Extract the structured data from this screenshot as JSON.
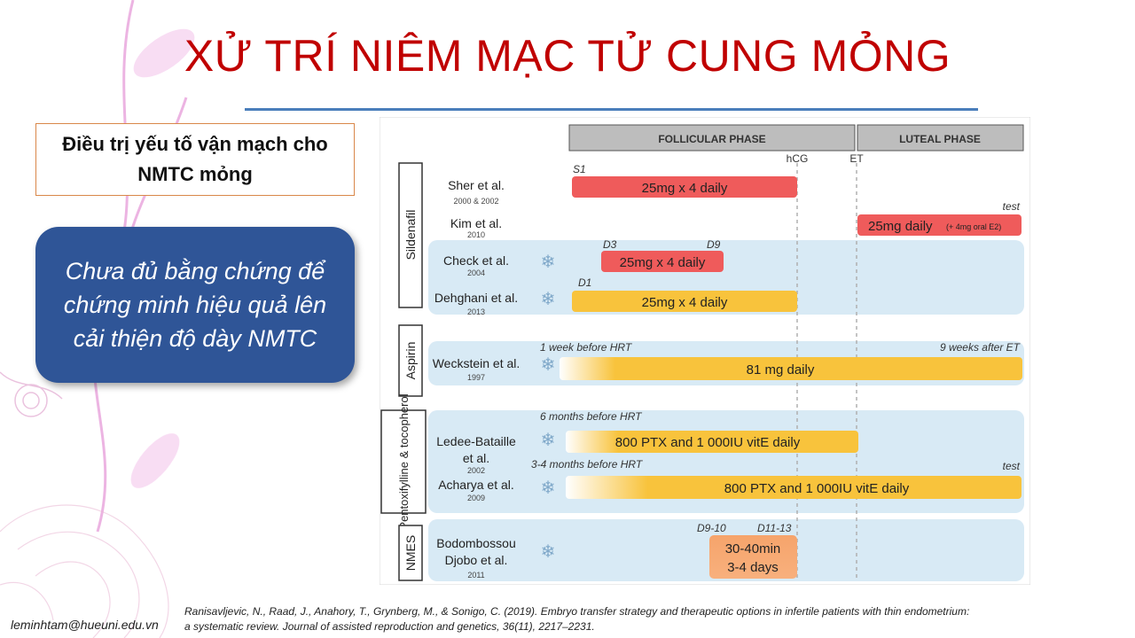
{
  "title": "XỬ TRÍ NIÊM MẠC TỬ CUNG MỎNG",
  "label_box": "Điều trị yếu tố vận mạch cho NMTC mỏng",
  "note_box": "Chưa đủ bằng chứng để chứng minh hiệu quả lên cải thiện độ dày NMTC",
  "citation_line1": "Ranisavljevic, N., Raad, J., Anahory, T., Grynberg, M., & Sonigo, C. (2019). Embryo transfer strategy and therapeutic options in infertile patients with thin endometrium:",
  "citation_line2": "a systematic review. Journal of assisted reproduction and genetics, 36(11), 2217–2231.",
  "email": "leminhtam@hueuni.edu.vn",
  "colors": {
    "title": "#c00000",
    "rule": "#4a7ebb",
    "note_bg": "#2f5597",
    "label_border": "#d9874a",
    "bar_red": "#ef5b5b",
    "bar_yellow": "#f8c33c",
    "bar_orange": "#f6a46b",
    "band_blue": "#d8eaf5",
    "phase_header": "#bdbdbd"
  },
  "diagram": {
    "phases": [
      {
        "label": "FOLLICULAR PHASE"
      },
      {
        "label": "LUTEAL PHASE"
      }
    ],
    "markers": [
      "hCG",
      "ET"
    ],
    "groups": [
      {
        "label": "Sildenafil"
      },
      {
        "label": "Aspirin"
      },
      {
        "label": "Pentoxifylline & tocopherol"
      },
      {
        "label": "NMES"
      }
    ],
    "studies": [
      {
        "name": "Sher et al.",
        "year": "2000 & 2002",
        "bar": "25mg x 4 daily",
        "tag_start": "S1",
        "tag_end": "",
        "color": "red",
        "frozen": false
      },
      {
        "name": "Kim et al.",
        "year": "2010",
        "bar": "25mg daily",
        "bar_small": "(+ 4mg oral E2)",
        "tag_start": "",
        "tag_end": "test",
        "color": "red",
        "frozen": false
      },
      {
        "name": "Check et al.",
        "year": "2004",
        "bar": "25mg x 4 daily",
        "tag_start": "D3",
        "tag_end": "D9",
        "color": "red",
        "frozen": true
      },
      {
        "name": "Dehghani et al.",
        "year": "2013",
        "bar": "25mg x 4 daily",
        "tag_start": "D1",
        "tag_end": "",
        "color": "yellow",
        "frozen": true
      },
      {
        "name": "Weckstein et al.",
        "year": "1997",
        "bar": "81 mg daily",
        "tag_start": "1 week before HRT",
        "tag_end": "9 weeks after ET",
        "color": "yellow",
        "frozen": true
      },
      {
        "name": "Ledee-Bataille et al.",
        "name_line1": "Ledee-Bataille",
        "name_line2": "et al.",
        "year": "2002",
        "bar": "800  PTX and 1 000IU vitE daily",
        "tag_start": "6 months before HRT",
        "tag_end": "",
        "color": "yellow",
        "frozen": true
      },
      {
        "name": "Acharya et al.",
        "year": "2009",
        "bar": "800  PTX and 1 000IU vitE daily",
        "tag_start": "3-4 months before HRT",
        "tag_end": "test",
        "color": "yellow",
        "frozen": true
      },
      {
        "name": "Bodombossou Djobo et al.",
        "name_line1": "Bodombossou",
        "name_line2": "Djobo et al.",
        "year": "2011",
        "bar": "30-40min",
        "bar_line2": "3-4 days",
        "tag_start": "D9-10",
        "tag_end": "D11-13",
        "color": "orange",
        "frozen": true
      }
    ]
  }
}
